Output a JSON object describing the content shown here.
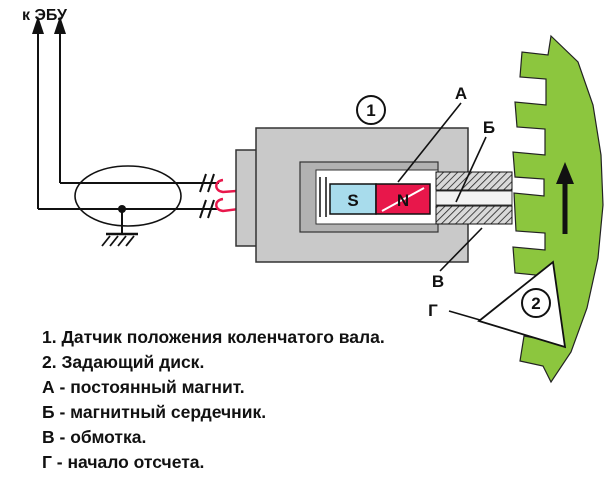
{
  "diagram": {
    "ecu_label": "к ЭБУ",
    "sensor_callout": "1",
    "disk_callout": "2",
    "labels": {
      "a": "А",
      "b": "Б",
      "v": "В",
      "g": "Г"
    },
    "magnet": {
      "south": "S",
      "north": "N"
    }
  },
  "legend": {
    "items": [
      "1. Датчик положения коленчатого вала.",
      "2. Задающий диск.",
      "А - постоянный магнит.",
      "Б - магнитный сердечник.",
      "В - обмотка.",
      "Г - начало отсчета."
    ]
  },
  "colors": {
    "disk_green": "#8cc63e",
    "magnet_north_red": "#e8174b",
    "magnet_south_blue": "#a8dcec",
    "wire_red": "#e8174b",
    "sensor_body_gray": "#c9c9c9",
    "sensor_inner_gray": "#b2b2b2"
  }
}
